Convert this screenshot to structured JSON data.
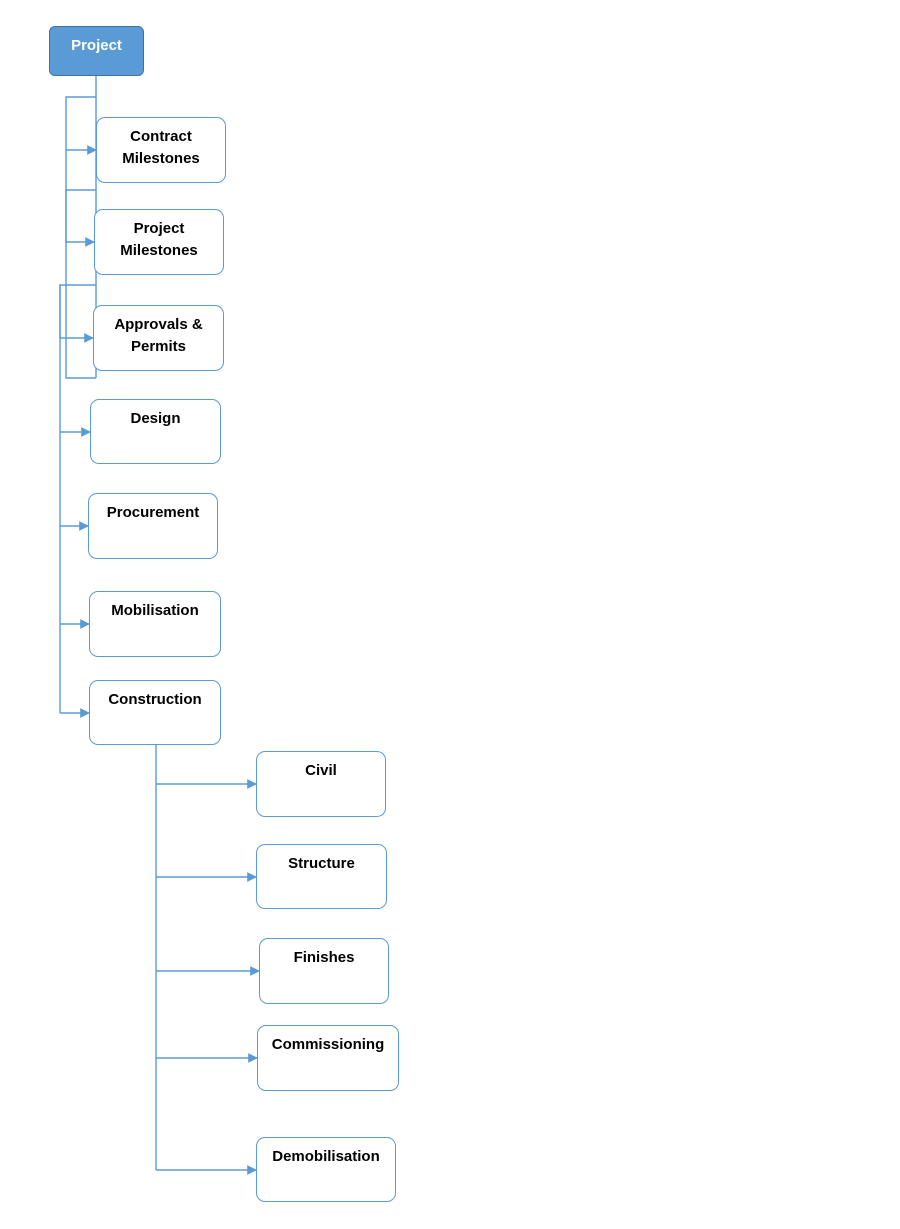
{
  "diagram": {
    "root": {
      "label": "Project"
    },
    "level1": [
      {
        "lines": [
          "Contract",
          "Milestones"
        ]
      },
      {
        "lines": [
          "Project",
          "Milestones"
        ]
      },
      {
        "lines": [
          "Approvals &",
          "Permits"
        ]
      },
      {
        "lines": [
          "Design"
        ]
      },
      {
        "lines": [
          "Procurement"
        ]
      },
      {
        "lines": [
          "Mobilisation"
        ]
      },
      {
        "lines": [
          "Construction"
        ]
      }
    ],
    "construction_children": [
      {
        "lines": [
          "Civil"
        ]
      },
      {
        "lines": [
          "Structure"
        ]
      },
      {
        "lines": [
          "Finishes"
        ]
      },
      {
        "lines": [
          "Commissioning"
        ]
      },
      {
        "lines": [
          "Demobilisation"
        ]
      }
    ],
    "colors": {
      "line": "#5b9bd5",
      "root_fill": "#5b9bd5",
      "root_border": "#41719c",
      "node_border": "#5b9bd5"
    }
  }
}
